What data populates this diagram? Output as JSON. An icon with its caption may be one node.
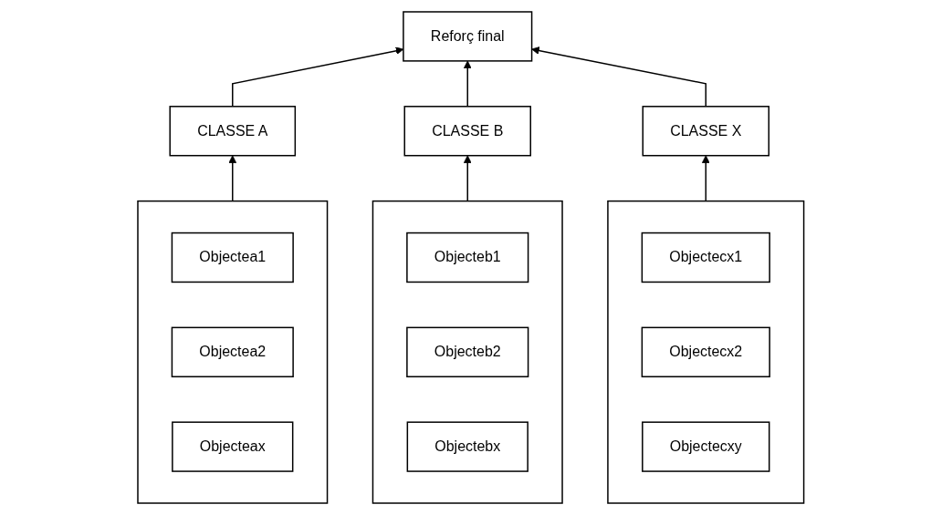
{
  "diagram": {
    "nodes": [
      {
        "text": [
          "CLASSE A"
        ]
      },
      {
        "text": [
          "CLASSE B"
        ]
      },
      {
        "text": [
          "CLASSE X"
        ]
      },
      {
        "text": [],
        "shape": "box"
      },
      {
        "text": [
          "Objectea1"
        ],
        "in": 3
      },
      {
        "text": [
          "Objectea2"
        ],
        "in": 3
      },
      {
        "text": [
          "Objecteax"
        ],
        "in": 3
      },
      {
        "text": [],
        "shape": "box"
      },
      {
        "text": [
          "Objecteb1"
        ],
        "in": 7
      },
      {
        "text": [
          "Objecteb2"
        ],
        "in": 7
      },
      {
        "text": [
          "Objectebx"
        ],
        "in": 7
      },
      {
        "text": [],
        "shape": "box"
      },
      {
        "text": [
          "Objectecx1"
        ],
        "in": 11
      },
      {
        "text": [
          "Objectecx2"
        ],
        "in": 11
      },
      {
        "text": [
          "Objectecxy"
        ],
        "in": 11
      },
      {
        "text": [
          "Reforç final"
        ]
      }
    ],
    "edges": [
      {
        "from": 3,
        "to": 0,
        "arrow": "to"
      },
      {
        "from": 7,
        "to": 1,
        "arrow": "to"
      },
      {
        "from": 11,
        "to": 2,
        "arrow": "to"
      },
      {
        "from": 0,
        "to": 15,
        "arrow": "to"
      },
      {
        "from": 1,
        "to": 15,
        "arrow": "to"
      },
      {
        "from": 2,
        "to": 15,
        "arrow": "to"
      }
    ]
  }
}
